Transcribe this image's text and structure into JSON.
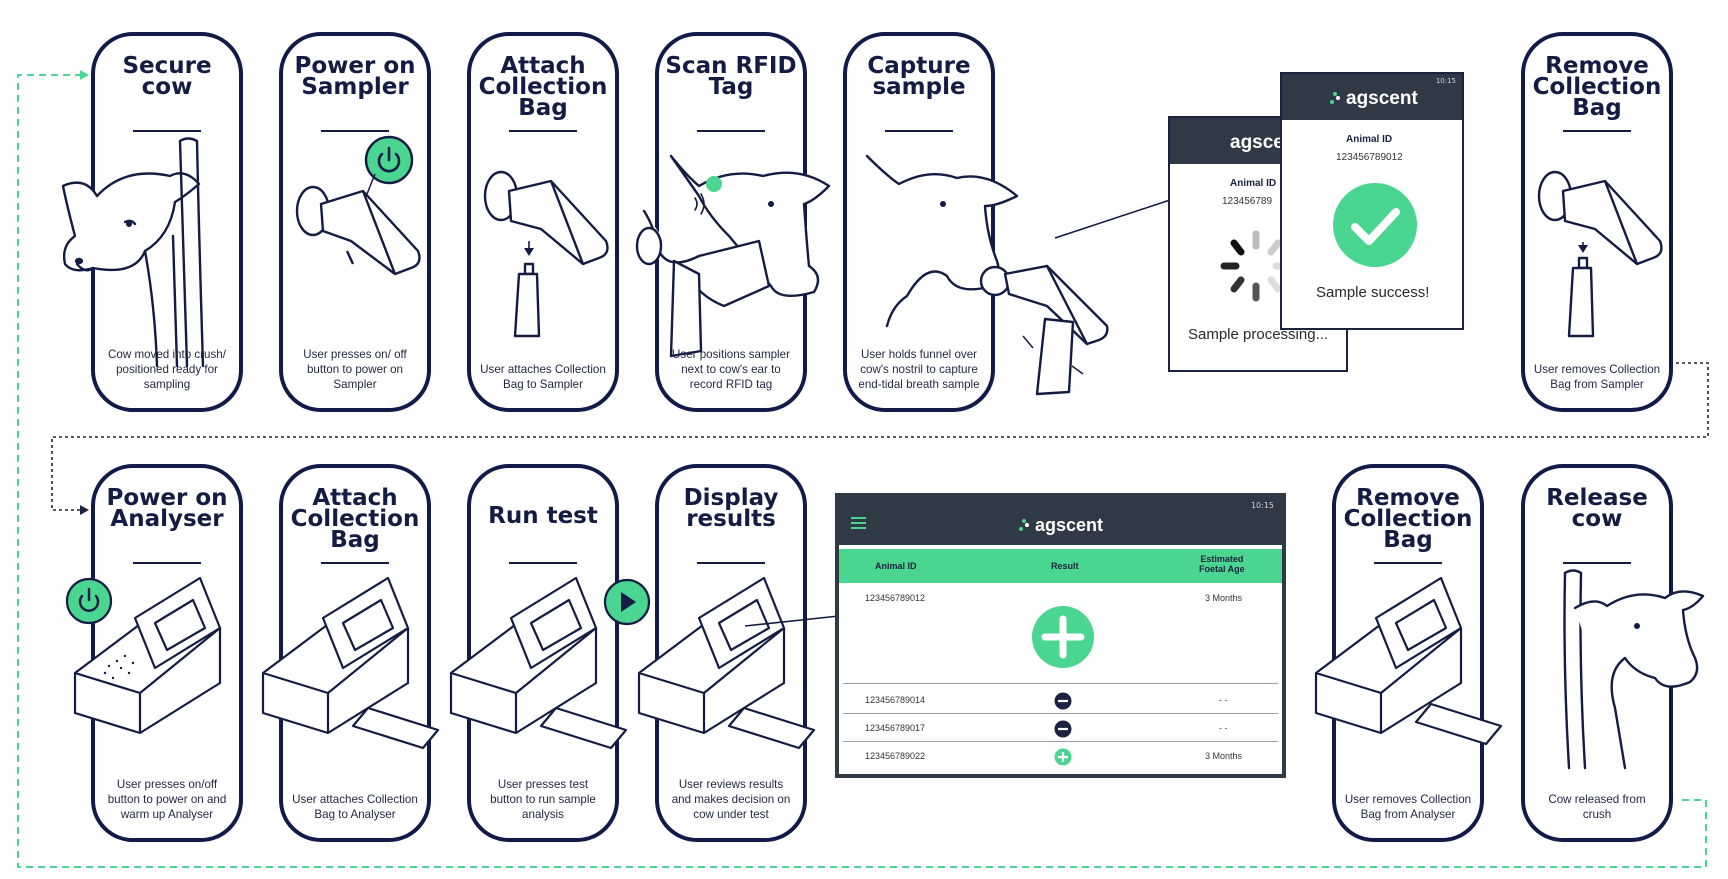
{
  "colors": {
    "navy": "#121a4a",
    "green": "#4ad590",
    "dark_bar": "#2f3a46",
    "flow_green": "#4ad590",
    "flow_dark": "#1b2340"
  },
  "steps_top": [
    {
      "title": "Secure\ncow",
      "desc": "Cow moved into crush/\npositioned ready for\nsampling",
      "icon": "cow-in-crush-icon"
    },
    {
      "title": "Power on\nSampler",
      "desc": "User presses on/ off\nbutton to power on\nSampler",
      "icon": "sampler-power-icon"
    },
    {
      "title": "Attach\nCollection\nBag",
      "desc": "User attaches Collection\nBag to Sampler",
      "icon": "sampler-bag-icon"
    },
    {
      "title": "Scan RFID\nTag",
      "desc": "User positions sampler\nnext to cow's ear to\nrecord RFID tag",
      "icon": "rfid-scan-icon"
    },
    {
      "title": "Capture\nsample",
      "desc": "User holds funnel over\ncow's nostril to capture\nend-tidal breath sample",
      "icon": "breath-capture-icon"
    },
    {
      "title": "Remove\nCollection\nBag",
      "desc": "User removes Collection\nBag from Sampler",
      "icon": "sampler-bag-remove-icon"
    }
  ],
  "steps_bottom": [
    {
      "title": "Power on\nAnalyser",
      "desc": "User presses on/off\nbutton to power on and\nwarm up Analyser",
      "icon": "analyser-power-icon"
    },
    {
      "title": "Attach\nCollection\nBag",
      "desc": "User attaches Collection\nBag to Analyser",
      "icon": "analyser-bag-icon"
    },
    {
      "title": "Run test",
      "desc": "User presses test\nbutton to run sample\nanalysis",
      "icon": "analyser-play-icon"
    },
    {
      "title": "Display\nresults",
      "desc": "User reviews results\nand makes decision on\ncow under test",
      "icon": "analyser-screen-icon"
    },
    {
      "title": "Remove\nCollection\nBag",
      "desc": "User removes Collection\nBag from Analyser",
      "icon": "analyser-bag-remove-icon"
    },
    {
      "title": "Release\ncow",
      "desc": "Cow released from\ncrush",
      "icon": "cow-release-icon"
    }
  ],
  "phone_back": {
    "brand": "agscent",
    "label": "Animal ID",
    "id": "123456789",
    "status": "Sample processing..."
  },
  "phone_front": {
    "brand": "agscent",
    "time": "10:15",
    "label": "Animal ID",
    "id": "123456789012",
    "status": "Sample success!"
  },
  "tablet": {
    "brand": "agscent",
    "time": "10:15",
    "headers": [
      "Animal ID",
      "Result",
      "Estimated\nFoetal Age"
    ],
    "rows": [
      {
        "id": "123456789012",
        "result": "positive-large",
        "age": "3 Months"
      },
      {
        "id": "123456789014",
        "result": "negative",
        "age": "- -"
      },
      {
        "id": "123456789017",
        "result": "negative",
        "age": "- -"
      },
      {
        "id": "123456789022",
        "result": "positive",
        "age": "3 Months"
      }
    ]
  }
}
